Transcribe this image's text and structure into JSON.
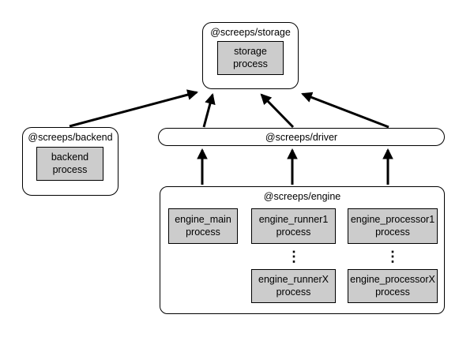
{
  "diagram": {
    "background": "#ffffff",
    "colors": {
      "node_border": "#000000",
      "process_fill": "#cccccc",
      "arrow": "#000000",
      "text": "#000000"
    }
  },
  "nodes": {
    "storage": {
      "title": "@screeps/storage",
      "process": {
        "lines": [
          "storage",
          "process"
        ]
      }
    },
    "backend": {
      "title": "@screeps/backend",
      "process": {
        "lines": [
          "backend",
          "process"
        ]
      }
    },
    "driver": {
      "title": "@screeps/driver"
    },
    "engine": {
      "title": "@screeps/engine",
      "processes": [
        {
          "lines": [
            "engine_main",
            "process"
          ]
        },
        {
          "lines": [
            "engine_runner1",
            "process"
          ]
        },
        {
          "lines": [
            "engine_processor1",
            "process"
          ]
        },
        {
          "lines": [
            "engine_runnerX",
            "process"
          ]
        },
        {
          "lines": [
            "engine_processorX",
            "process"
          ]
        }
      ],
      "ellipsis": "⋮"
    }
  },
  "edges": [
    {
      "from": "@screeps/backend",
      "to": "@screeps/storage"
    },
    {
      "from": "@screeps/driver",
      "to": "@screeps/storage"
    },
    {
      "from": "@screeps/driver",
      "to": "@screeps/storage"
    },
    {
      "from": "@screeps/driver",
      "to": "@screeps/storage"
    },
    {
      "from": "@screeps/engine",
      "to": "@screeps/driver"
    },
    {
      "from": "@screeps/engine",
      "to": "@screeps/driver"
    },
    {
      "from": "@screeps/engine",
      "to": "@screeps/driver"
    }
  ]
}
